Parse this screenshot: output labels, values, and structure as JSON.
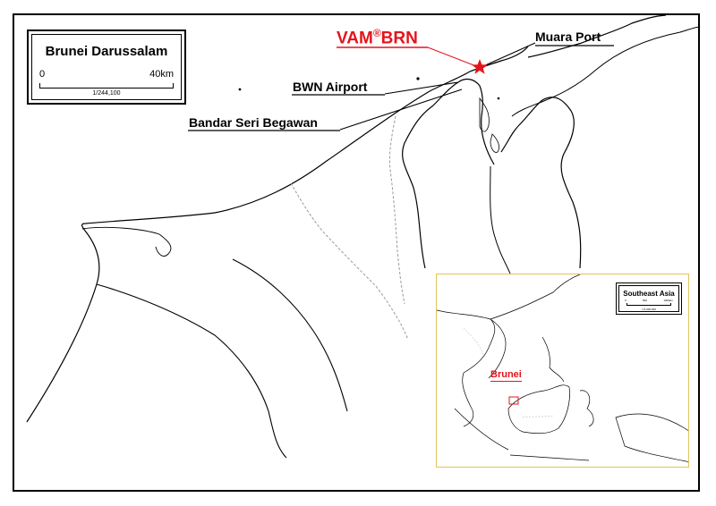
{
  "map": {
    "title": "Brunei Darussalam",
    "scale_start": "0",
    "scale_end": "40km",
    "scale_ratio": "1/244,100"
  },
  "labels": {
    "vam_prefix": "VAM",
    "vam_reg": "®",
    "vam_suffix": "BRN",
    "muara_port": "Muara Port",
    "bwn_airport": "BWN Airport",
    "bandar": "Bandar Seri Begawan"
  },
  "inset": {
    "title": "Southeast Asia",
    "scale_start": "0",
    "scale_mid": "500",
    "scale_end": "1000km",
    "scale_ratio": "1:6,300,000",
    "highlight_label": "Brunei"
  },
  "colors": {
    "highlight": "#e5141b",
    "inset_border": "#e3c35a",
    "coast": "#000000",
    "border_dashed": "#9a9a9a"
  }
}
